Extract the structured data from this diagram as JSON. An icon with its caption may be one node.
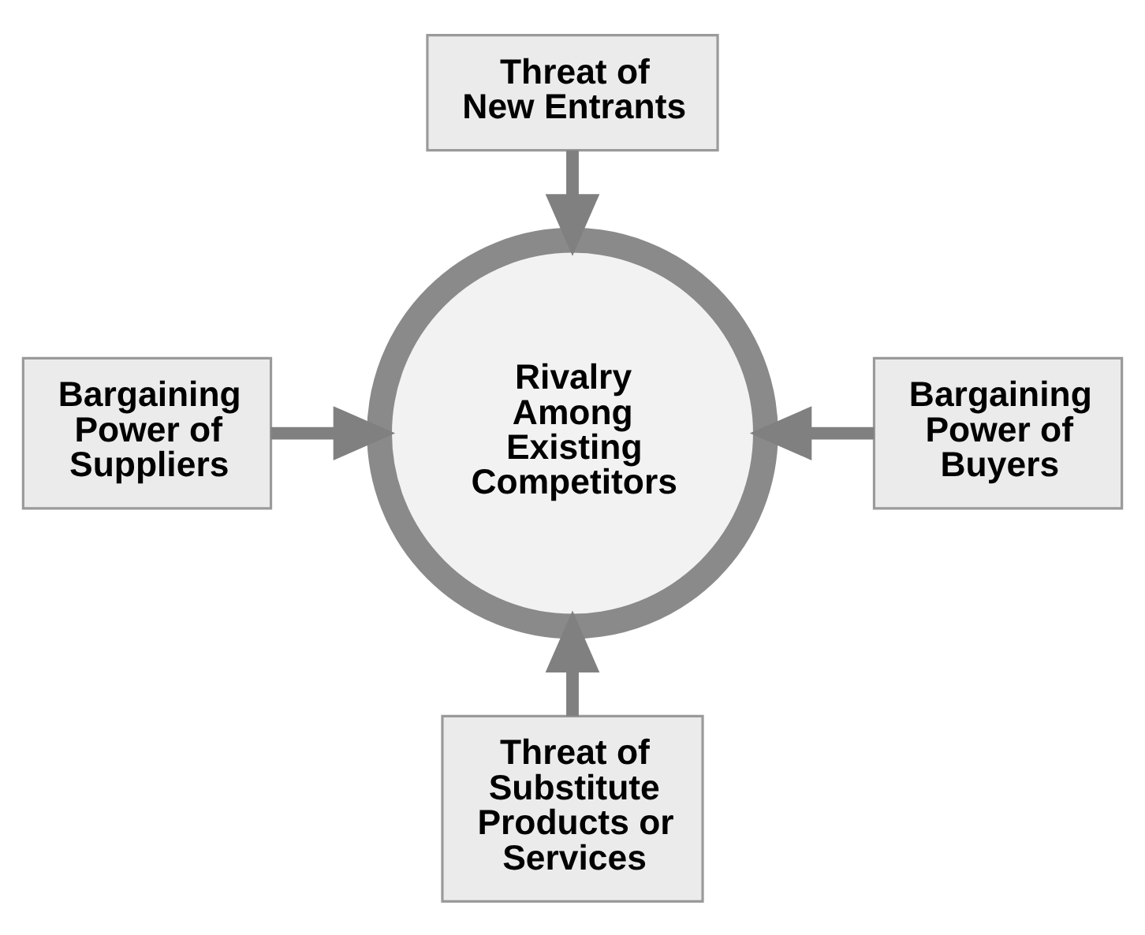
{
  "diagram": {
    "nodes": [
      {
        "text": [
          "Threat of New Entrants"
        ]
      },
      {
        "text": [
          "Bargaining Power of Suppliers"
        ]
      },
      {
        "text": [
          "Rivalry Among Existing Competitors"
        ]
      },
      {
        "text": [
          "Bargaining Power of Buyers"
        ]
      },
      {
        "text": [
          "Threat of Substitute Products or Services"
        ]
      }
    ],
    "edges": [
      {
        "from": 0,
        "to": 2,
        "arrow": "to"
      },
      {
        "from": 1,
        "to": 2,
        "arrow": "to"
      },
      {
        "from": 3,
        "to": 2,
        "arrow": "to"
      },
      {
        "from": 4,
        "to": 2,
        "arrow": "to"
      }
    ]
  }
}
